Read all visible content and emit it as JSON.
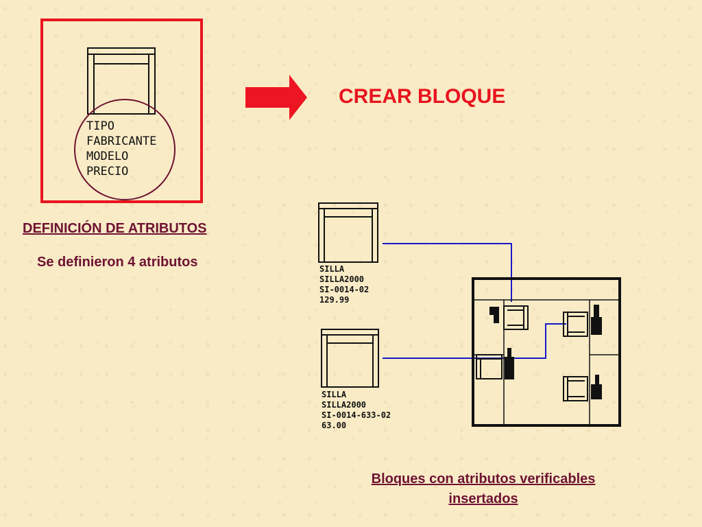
{
  "header": {
    "title": "CREAR BLOQUE"
  },
  "definition": {
    "heading": "DEFINICIÓN DE ATRIBUTOS",
    "subtitle": "Se definieron 4 atributos",
    "attributes": [
      "TIPO",
      "FABRICANTE",
      "MODELO",
      "PRECIO"
    ]
  },
  "block_1": {
    "values": [
      "SILLA",
      "SILLA2000",
      "SI-0014-02",
      "129.99"
    ]
  },
  "block_2": {
    "values": [
      "SILLA",
      "SILLA2000",
      "SI-0014-633-02",
      "63.00"
    ]
  },
  "caption": {
    "line1": "Bloques con atributos verificables",
    "line2": "insertados"
  },
  "colors": {
    "frame": "#e8141e",
    "arrow": "#ee1522",
    "leader": "#1818c8",
    "text": "#6e1232",
    "circle": "#6e1232"
  }
}
